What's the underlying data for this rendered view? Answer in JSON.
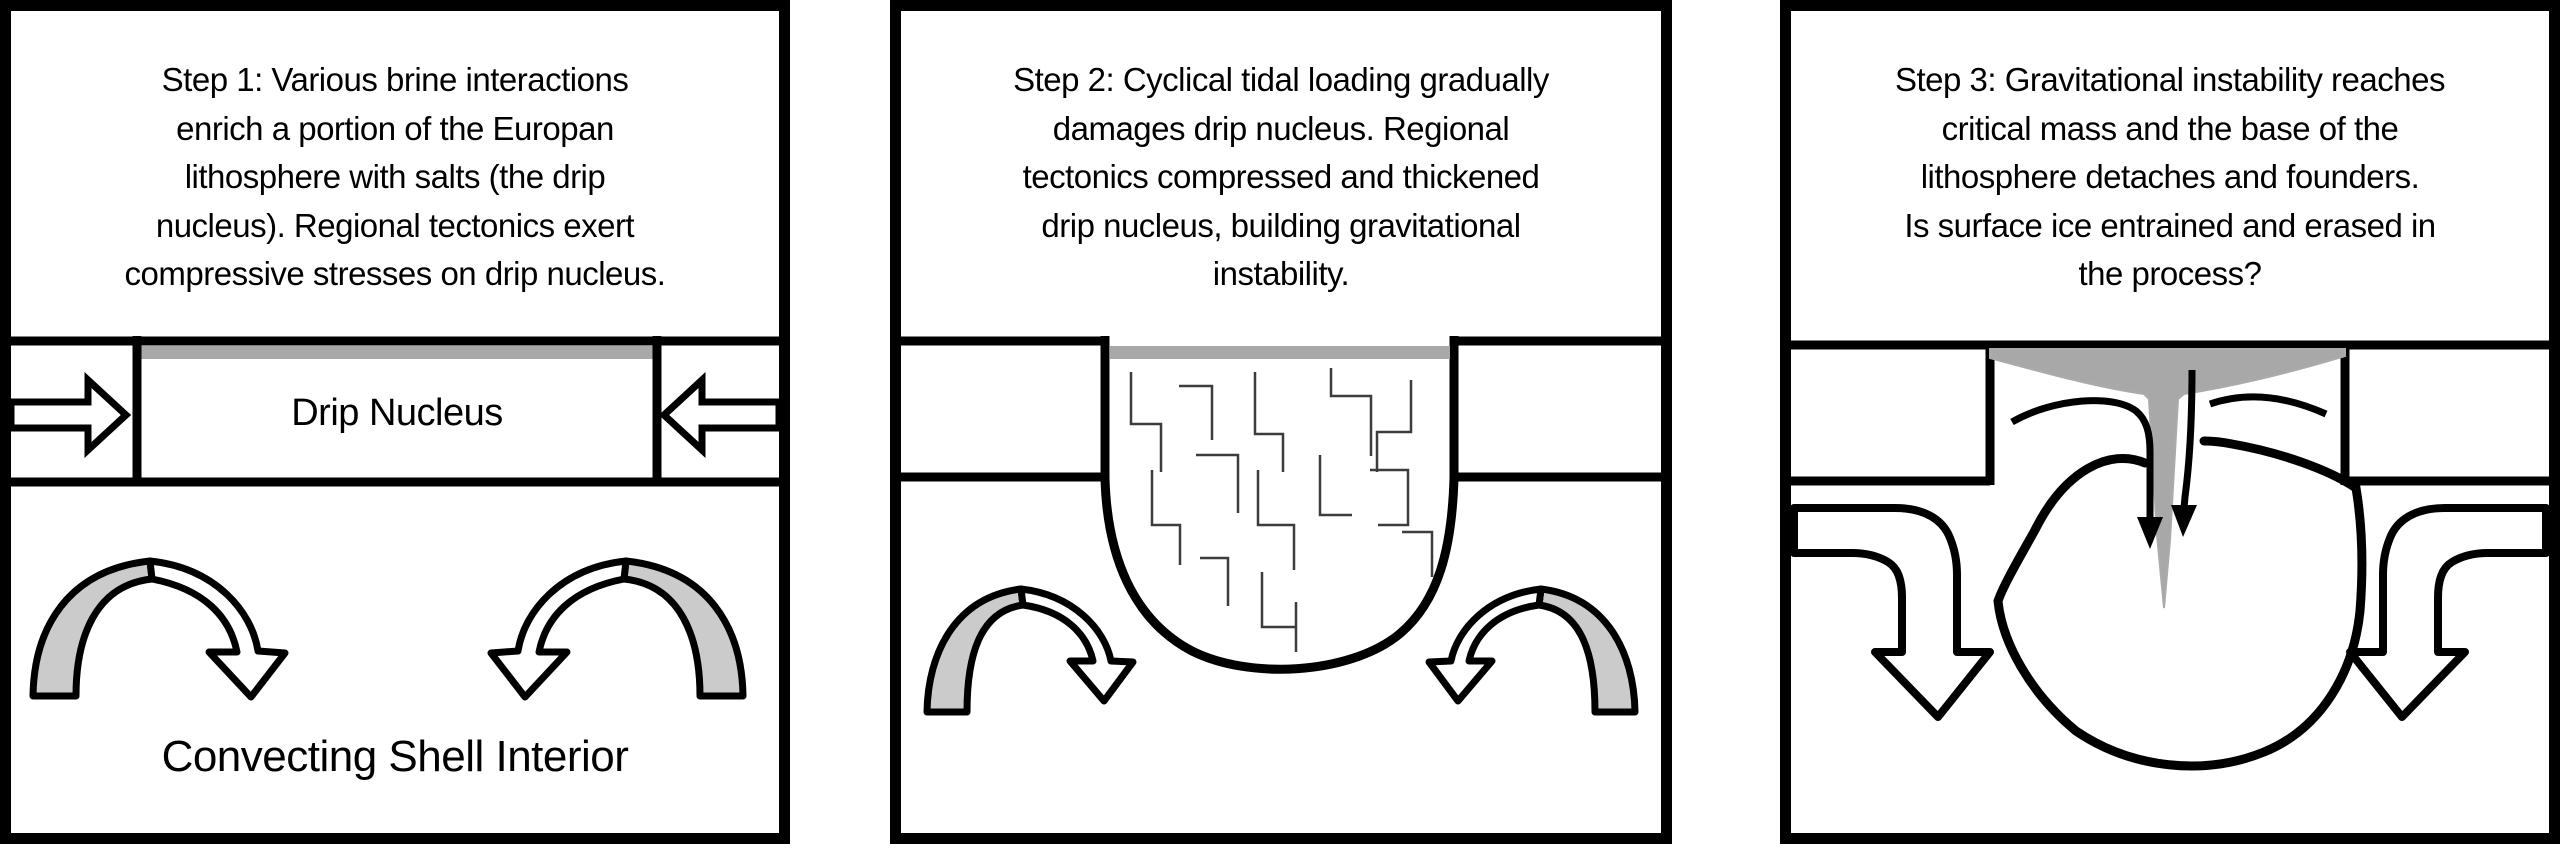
{
  "figure": {
    "panels": [
      {
        "caption": "Step 1: Various brine interactions\nenrich a portion of the Europan\nlithosphere with salts (the drip\nnucleus). Regional tectonics exert\ncompressive stresses on drip nucleus.",
        "drip_nucleus_label": "Drip Nucleus",
        "interior_label": "Convecting Shell Interior"
      },
      {
        "caption": "Step 2: Cyclical tidal loading gradually\ndamages drip nucleus. Regional\ntectonics compressed and thickened\ndrip nucleus, building gravitational\ninstability."
      },
      {
        "caption": "Step 3: Gravitational instability reaches\ncritical mass and the base of the\nlithosphere detaches and founders.\nIs surface ice entrained and erased in\nthe process?"
      }
    ],
    "colors": {
      "ink": "#000000",
      "paper": "#ffffff",
      "salt_strip_gray": "#a8a8a8",
      "convection_gray": "#cbcbcb",
      "entrained_ice_gray": "#a8a8a8",
      "crack_gray": "#3c3c3c"
    }
  }
}
